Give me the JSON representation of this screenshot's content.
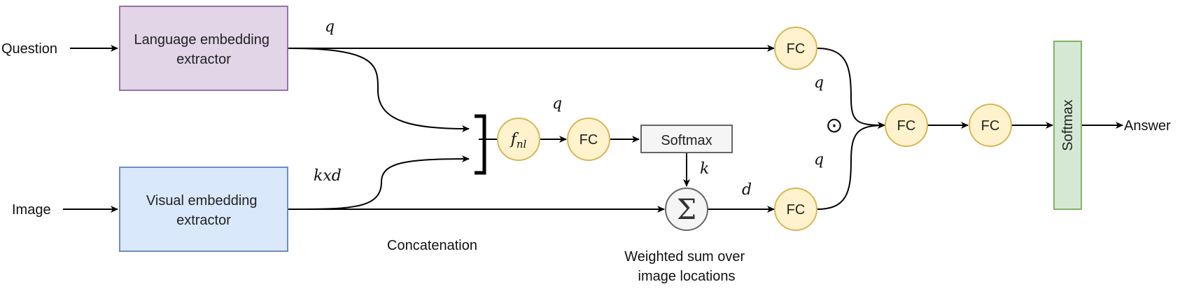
{
  "inputs": {
    "question": "Question",
    "image": "Image"
  },
  "outputs": {
    "answer": "Answer"
  },
  "boxes": {
    "language_line1": "Language embedding",
    "language_line2": "extractor",
    "visual_line1": "Visual embedding",
    "visual_line2": "extractor",
    "softmax_small": "Softmax",
    "softmax_tall": "Softmax"
  },
  "nodes": {
    "fc": "FC",
    "fnl_base": "f",
    "fnl_sub": "nl",
    "sum_symbol": "Σ",
    "odot_symbol": "⊙"
  },
  "edge_labels": {
    "q_top": "q",
    "q_mid": "q",
    "q_right_top": "q",
    "q_right_bottom": "q",
    "kxd": "kxd",
    "k": "k",
    "d": "d"
  },
  "captions": {
    "concatenation": "Concatenation",
    "weighted_line1": "Weighted sum over",
    "weighted_line2": "image locations"
  },
  "colors": {
    "language_fill": "#e1d5e7",
    "language_stroke": "#9673a6",
    "visual_fill": "#dae8fc",
    "visual_stroke": "#6c8ebf",
    "fc_fill": "#fff2cc",
    "fc_stroke": "#d6b656",
    "softmax_fill": "#f5f5f5",
    "softmax_stroke": "#666666",
    "softmax_tall_fill": "#d5e8d4",
    "softmax_tall_stroke": "#82b366"
  }
}
